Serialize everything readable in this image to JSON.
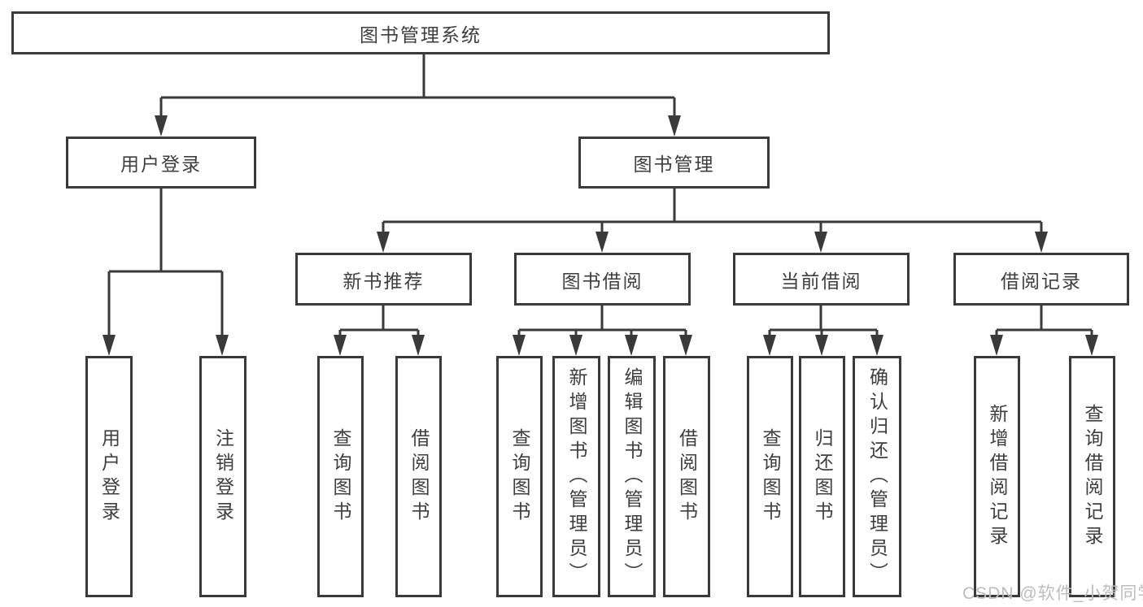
{
  "diagram": {
    "root": "图书管理系统",
    "level2": {
      "user_login": "用户登录",
      "book_management": "图书管理"
    },
    "level3": {
      "new_books": "新书推荐",
      "book_borrowing": "图书借阅",
      "current_borrowing": "当前借阅",
      "borrowing_records": "借阅记录"
    },
    "leaves": {
      "user_login": [
        "用户登录",
        "注销登录"
      ],
      "new_books": [
        "查询图书",
        "借阅图书"
      ],
      "book_borrowing": [
        "查询图书",
        "新增图书（管理员）",
        "编辑图书（管理员）",
        "借阅图书"
      ],
      "current_borrowing": [
        "查询图书",
        "归还图书",
        "确认归还（管理员）"
      ],
      "borrowing_records": [
        "新增借阅记录",
        "查询借阅记录"
      ]
    }
  },
  "watermark": {
    "text": "CSDN @软件_小贺同学"
  },
  "colors": {
    "line": "#3a3a3a",
    "text": "#3e3e3e",
    "watermark": "#bdbdbd",
    "node_background": "#ffffff"
  }
}
